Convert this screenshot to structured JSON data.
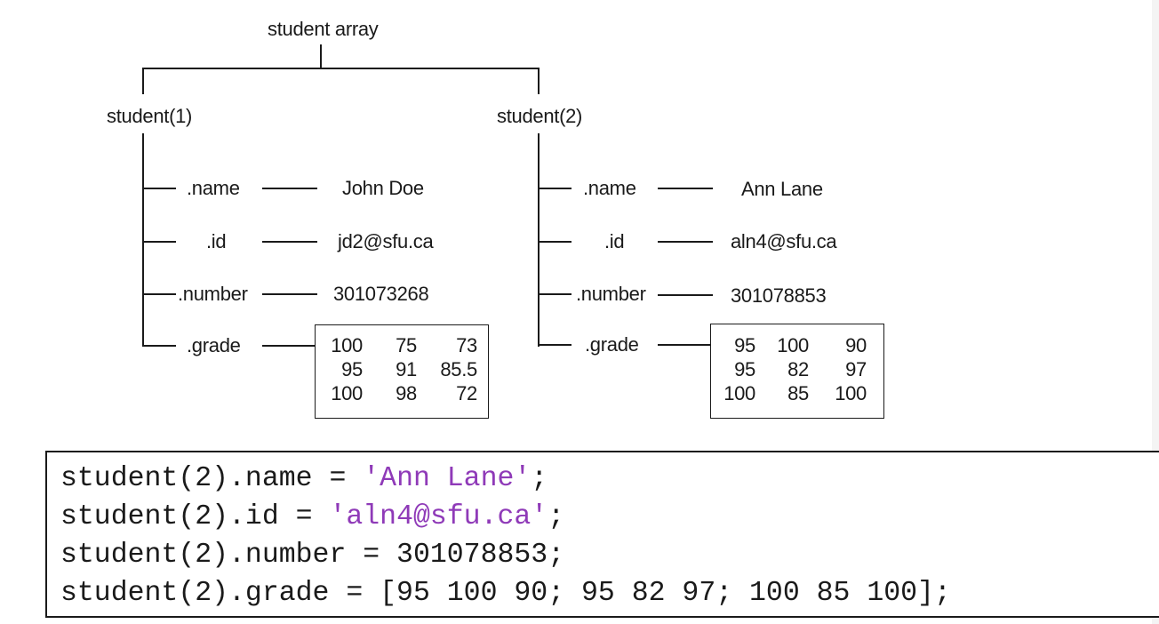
{
  "diagram": {
    "root_label": "student array",
    "students": [
      {
        "label": "student(1)",
        "fields": [
          {
            "name": ".name",
            "value": "John Doe"
          },
          {
            "name": ".id",
            "value": "jd2@sfu.ca"
          },
          {
            "name": ".number",
            "value": "301073268"
          },
          {
            "name": ".grade"
          }
        ],
        "grade": [
          [
            "100",
            "75",
            "73"
          ],
          [
            "95",
            "91",
            "85.5"
          ],
          [
            "100",
            "98",
            "72"
          ]
        ]
      },
      {
        "label": "student(2)",
        "fields": [
          {
            "name": ".name",
            "value": "Ann Lane"
          },
          {
            "name": ".id",
            "value": "aln4@sfu.ca"
          },
          {
            "name": ".number",
            "value": "301078853"
          },
          {
            "name": ".grade"
          }
        ],
        "grade": [
          [
            "95",
            "100",
            "90"
          ],
          [
            "95",
            "82",
            "97"
          ],
          [
            "100",
            "85",
            "100"
          ]
        ]
      }
    ]
  },
  "code": {
    "lines": [
      {
        "prefix": "student(2).name = ",
        "string": "'Ann Lane'",
        "suffix": ";"
      },
      {
        "prefix": "student(2).id = ",
        "string": "'aln4@sfu.ca'",
        "suffix": ";"
      },
      {
        "prefix": "student(2).number = 301078853;",
        "string": "",
        "suffix": ""
      },
      {
        "prefix": "student(2).grade = [95 100 90; 95 82 97; 100 85 100];",
        "string": "",
        "suffix": ""
      }
    ],
    "colors": {
      "text": "#1a1a1a",
      "string": "#8f3ab8"
    }
  }
}
